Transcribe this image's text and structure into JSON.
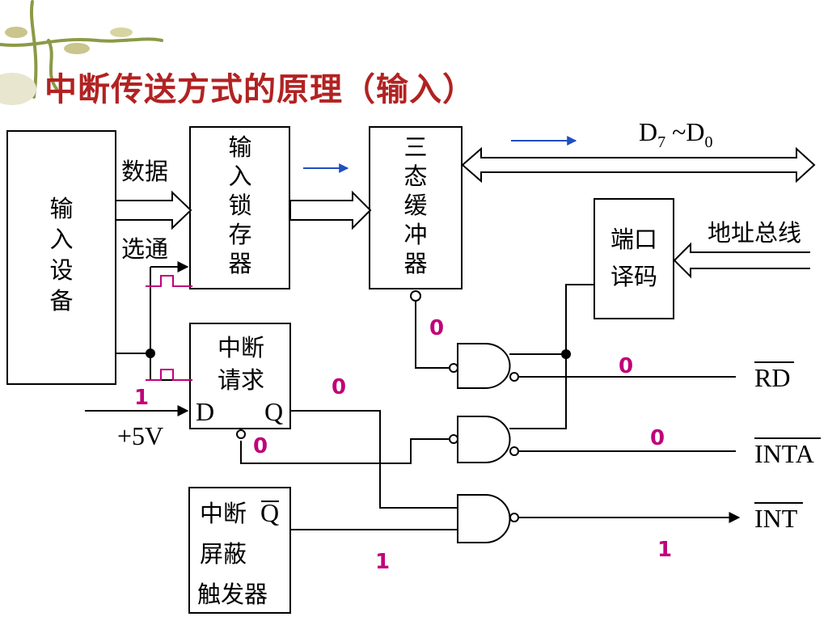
{
  "slide": {
    "title": "中断传送方式的原理（输入）",
    "title_color": "#B22222",
    "accent_color": "#C0007A",
    "arrow_blue": "#1F4FBF"
  },
  "blocks": {
    "input_device": [
      "输",
      "入",
      "设",
      "备"
    ],
    "input_latch": [
      "输",
      "入",
      "锁",
      "存",
      "器"
    ],
    "tristate_buffer": [
      "三",
      "态",
      "缓",
      "冲",
      "器"
    ],
    "port_decoder": [
      "端口",
      "译码"
    ],
    "int_request": {
      "lines": [
        "中断",
        "请求"
      ],
      "d_pin": "D",
      "q_pin": "Q"
    },
    "int_mask": {
      "lines": [
        "中断",
        "屏蔽",
        "触发器"
      ],
      "qbar_pin": "Q"
    }
  },
  "labels": {
    "data": "数据",
    "strobe": "选通",
    "address_bus": "地址总线",
    "plus5v": "+5V",
    "data_bus": {
      "main": "D",
      "sub_hi": "7",
      "sep": " ~D",
      "sub_lo": "0"
    },
    "rd": "RD",
    "inta": "INTA",
    "int": "INT"
  },
  "bits": {
    "d_input": "1",
    "q_output": "0",
    "clear_pin": "0",
    "buffer_enable": "0",
    "rd_line": "0",
    "inta_line": "0",
    "mask_qbar": "1",
    "int_out": "1"
  }
}
